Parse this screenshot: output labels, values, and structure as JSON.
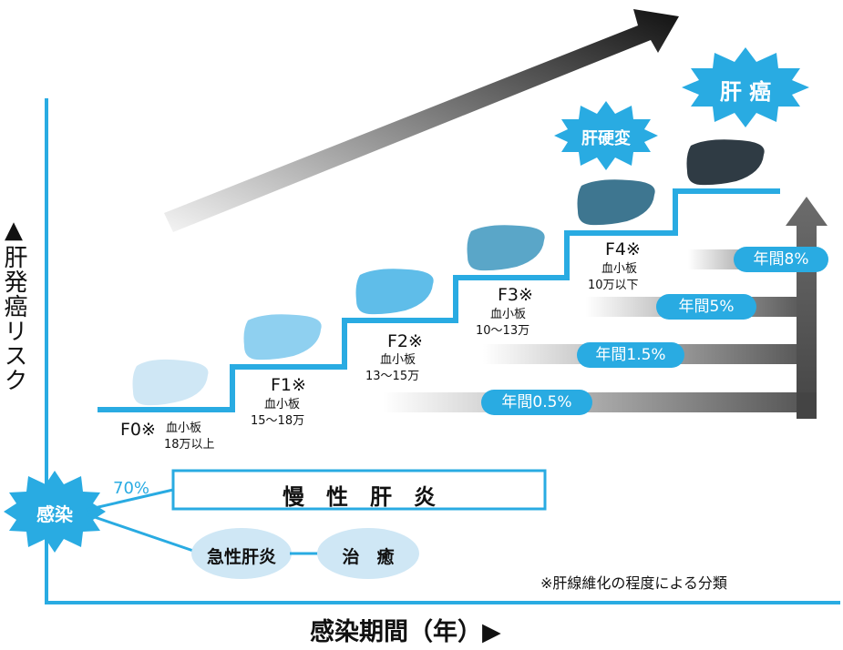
{
  "colors": {
    "accent": "#29abe2",
    "liver_f0": "#cfe7f5",
    "liver_f1": "#8fd0f0",
    "liver_f2": "#5fbde9",
    "liver_f3": "#5aa6c8",
    "liver_f4": "#3e7690",
    "liver_cancer": "#2f3b44"
  },
  "y_axis_label": "▲肝発癌リスク",
  "x_axis_label": "感染期間（年）▶",
  "infection": {
    "label": "感染",
    "rate": "70%"
  },
  "chronic_hepatitis": "慢　性　肝　炎",
  "acute": {
    "label": "急性肝炎",
    "outcome": "治　癒"
  },
  "stages": [
    {
      "name": "F0",
      "mark": "※",
      "platelet": "血小板",
      "range": "18万以上"
    },
    {
      "name": "F1",
      "mark": "※",
      "platelet": "血小板",
      "range": "15〜18万"
    },
    {
      "name": "F2",
      "mark": "※",
      "platelet": "血小板",
      "range": "13〜15万"
    },
    {
      "name": "F3",
      "mark": "※",
      "platelet": "血小板",
      "range": "10〜13万"
    },
    {
      "name": "F4",
      "mark": "※",
      "platelet": "血小板",
      "range": "10万以下"
    }
  ],
  "cirrhosis_label": "肝硬変",
  "cancer_label": "肝 癌",
  "annual_rates": [
    "年間0.5%",
    "年間1.5%",
    "年間5%",
    "年間8%"
  ],
  "footnote": "※肝線維化の程度による分類"
}
